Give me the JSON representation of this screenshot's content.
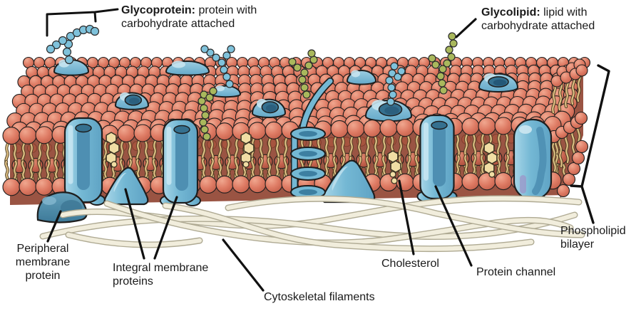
{
  "figure": {
    "type": "biology-diagram",
    "subject": "Cell membrane — fluid mosaic model"
  },
  "labels": {
    "glycoprotein": {
      "term": "Glycoprotein:",
      "desc": " protein with carbohydrate attached"
    },
    "glycolipid": {
      "term": "Glycolipid:",
      "desc": " lipid with carbohydrate attached"
    },
    "peripheral_membrane_protein": {
      "text": "Peripheral membrane protein"
    },
    "integral_membrane_proteins": {
      "text": "Integral membrane proteins"
    },
    "cytoskeletal_filaments": {
      "text": "Cytoskeletal filaments"
    },
    "cholesterol": {
      "text": "Cholesterol"
    },
    "protein_channel": {
      "text": "Protein channel"
    },
    "phospholipid_bilayer": {
      "text": "Phospholipid bilayer"
    }
  },
  "colors": {
    "background": "#FFFFFF",
    "head": "#DE7B64",
    "headHighlight": "#F0A78F",
    "headDark": "#C4604B",
    "headBack": "#C76450",
    "tail": "#DCBE83",
    "tailOutline": "#4A3A1E",
    "membraneBase": "#9A5443",
    "protein": "#74B8D4",
    "proteinLight": "#A8D6E8",
    "proteinDark": "#4E8FB2",
    "proteinDeep": "#35708F",
    "peripheral": "#4F8FB0",
    "glycoproteinBead": "#7FC2DB",
    "glycolipidBead": "#A9B85C",
    "cholesterol": "#F0DDA4",
    "filament": "#F1EDDC",
    "filamentEdge": "#AFAA93",
    "leaderLine": "#111111",
    "text": "#1A1A1A"
  }
}
